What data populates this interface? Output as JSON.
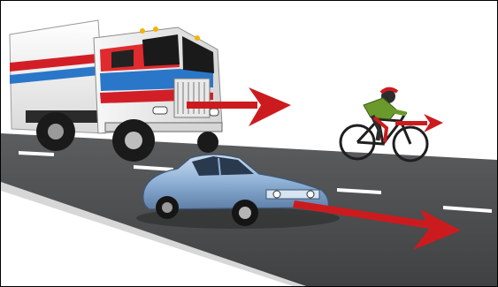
{
  "scene": {
    "subjects": [
      "truck",
      "bicycle",
      "car"
    ],
    "motion_arrows": [
      "truck-velocity-arrow",
      "bicycle-velocity-arrow",
      "car-velocity-arrow"
    ]
  },
  "colors": {
    "road": "#4f5152",
    "lane_marking": "#ffffff",
    "arrow": "#cc1b1e",
    "truck_trailer": "#f4f4f4",
    "truck_stripe_red": "#d21f27",
    "truck_stripe_blue": "#2a77c9",
    "car_body": "#8fb1d6",
    "cyclist_jersey": "#6b9a2c",
    "bicycle_frame": "#1f1f1f"
  }
}
